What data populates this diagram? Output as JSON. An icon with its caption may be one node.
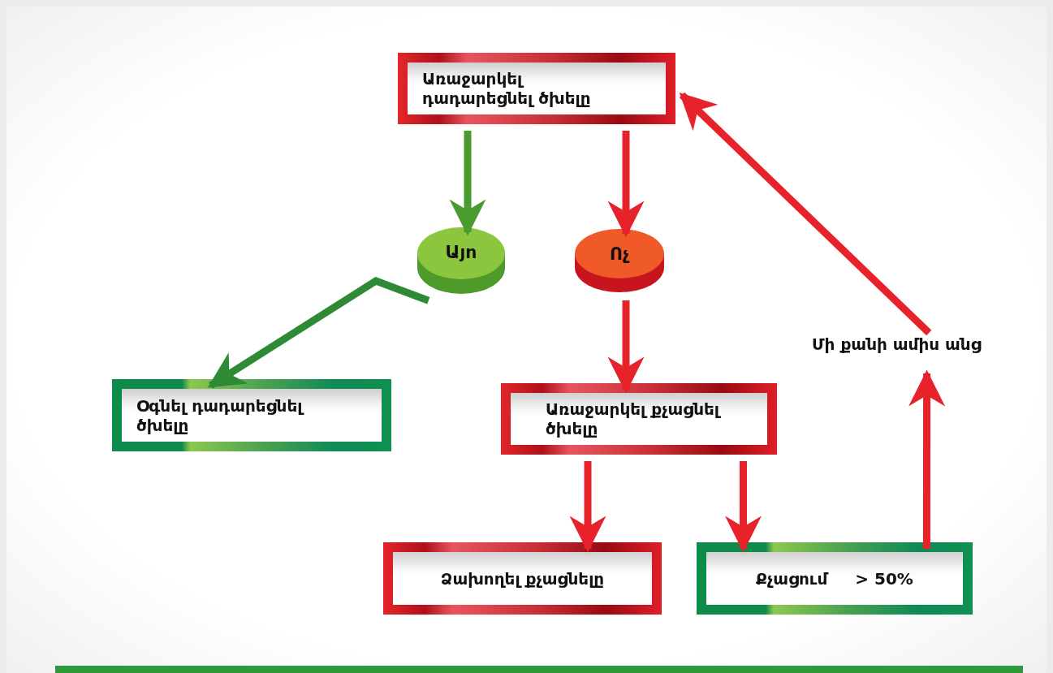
{
  "diagram": {
    "nodes": [
      {
        "text": [
          "Առաջարկել դադարեցնել ծխելը"
        ]
      },
      {
        "text": [
          "Այո"
        ]
      },
      {
        "text": [
          "Ոչ"
        ]
      },
      {
        "text": [
          "Օգնել դադարեցնել ծխելը"
        ]
      },
      {
        "text": [
          "Առաջարկել քչացնել ծխելը"
        ]
      },
      {
        "text": [
          "Ձախողել քչացնելը"
        ]
      },
      {
        "text": [
          "Քչացում",
          "> 50%"
        ]
      },
      {
        "text": [
          "Մի քանի ամիս անց"
        ]
      }
    ],
    "edges": [
      {
        "from": 0,
        "to": 1,
        "arrow": "to",
        "color": "#4a9a2e"
      },
      {
        "from": 0,
        "to": 2,
        "arrow": "to"
      },
      {
        "from": 1,
        "to": 3,
        "arrow": "to",
        "color": "#2e8a34"
      },
      {
        "from": 2,
        "to": 4,
        "arrow": "to"
      },
      {
        "from": 4,
        "to": 5,
        "arrow": "to"
      },
      {
        "from": 4,
        "to": 6,
        "arrow": "to"
      },
      {
        "from": 6,
        "to": 7,
        "arrow": "to"
      },
      {
        "from": 7,
        "to": 0,
        "arrow": "to"
      }
    ]
  }
}
